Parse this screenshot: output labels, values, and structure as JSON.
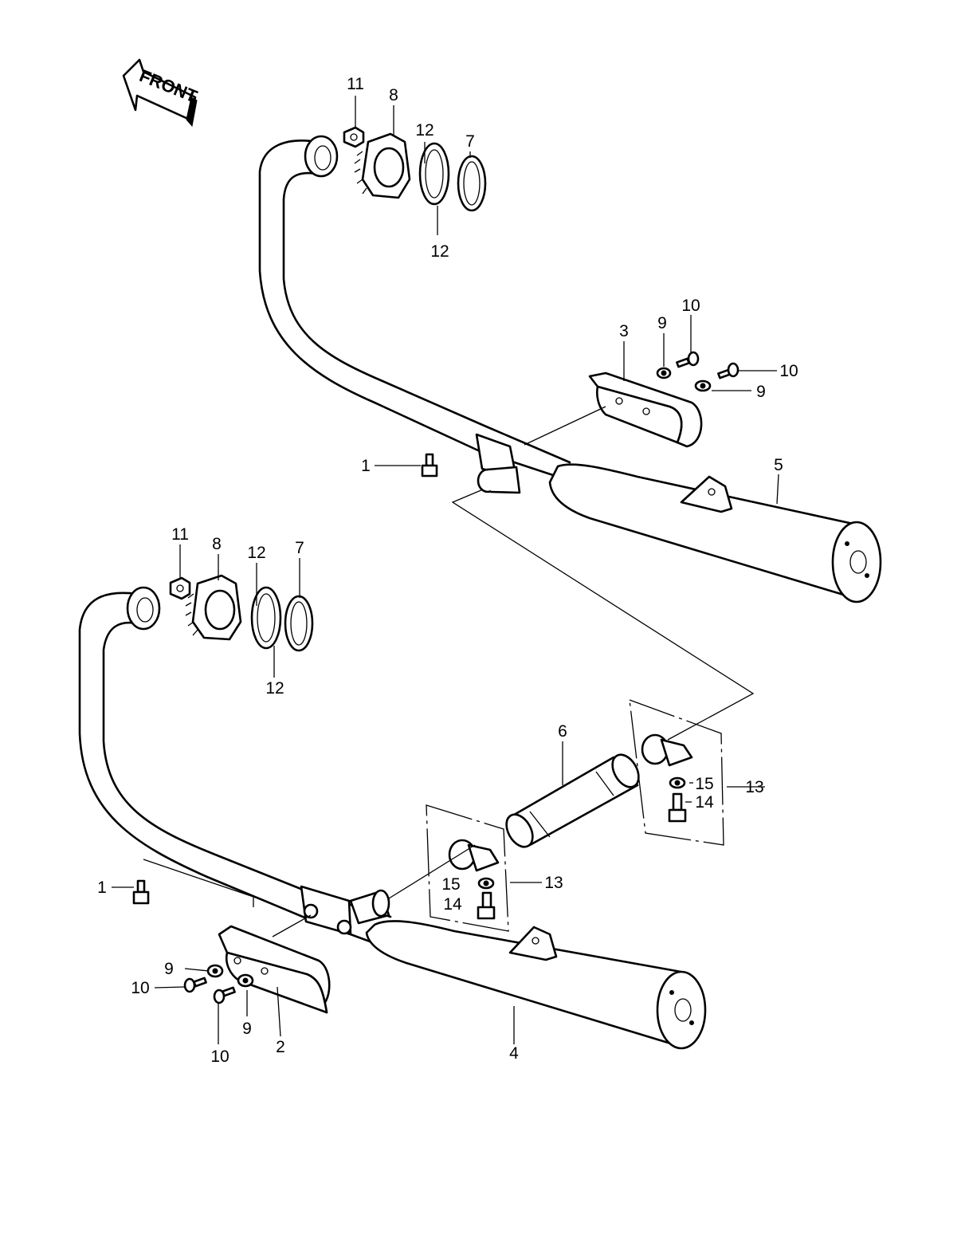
{
  "front_label": "FRONT",
  "callouts": {
    "c1_upper": "1",
    "c1_lower": "1",
    "c2": "2",
    "c3": "3",
    "c4": "4",
    "c5": "5",
    "c6": "6",
    "c7_upper": "7",
    "c7_lower": "7",
    "c8_upper": "8",
    "c8_lower": "8",
    "c9_upper_a": "9",
    "c9_upper_b": "9",
    "c9_lower_a": "9",
    "c9_lower_b": "9",
    "c10_upper_a": "10",
    "c10_upper_b": "10",
    "c10_lower_a": "10",
    "c10_lower_b": "10",
    "c11_upper": "11",
    "c11_lower": "11",
    "c12_upper_a": "12",
    "c12_upper_b": "12",
    "c12_lower_a": "12",
    "c12_lower_b": "12",
    "c13_right": "13",
    "c13_mid": "13",
    "c14_right": "14",
    "c14_mid": "14",
    "c15_right": "15",
    "c15_mid": "15"
  }
}
